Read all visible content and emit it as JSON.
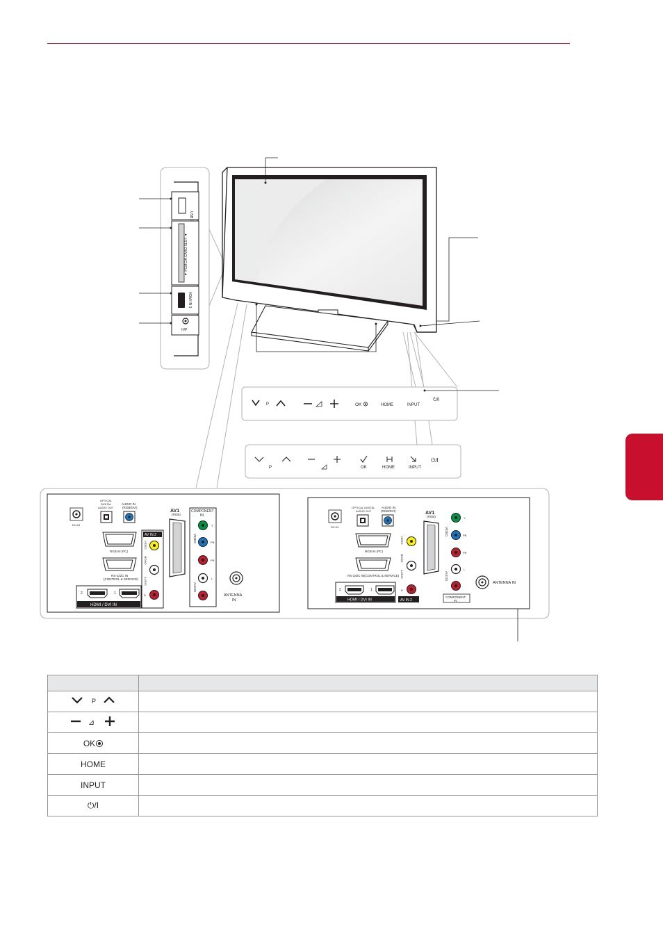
{
  "page": {
    "accent_color": "#c8102e"
  },
  "side_panel": {
    "usb_label": "USB IN",
    "pcmcia_label": "▼ PCMCIA CARD SLOT ▼",
    "hdmi_label": "HDMI IN 3",
    "headphone_label": "H/P"
  },
  "front_panel_a": {
    "p_label": "P",
    "ok_label": "OK",
    "home_label": "HOME",
    "input_label": "INPUT",
    "power_label": "⏻/I"
  },
  "front_panel_b": {
    "p_label": "P",
    "ok_label": "OK",
    "home_label": "HOME",
    "input_label": "INPUT",
    "power_label": "⏻/I"
  },
  "rear_panel_a": {
    "dc_in": "DC-IN",
    "optical_line1": "OPTICAL",
    "optical_line2": "DIGITAL",
    "optical_line3": "AUDIO OUT",
    "audio_in_line1": "AUDIO IN",
    "audio_in_line2": "(RGB/DVI)",
    "rgb_in": "RGB IN (PC)",
    "rs232_line1": "RS-232C IN",
    "rs232_line2": "(CONTROL & SERVICE)",
    "av_in_2": "AV IN 2",
    "video": "VIDEO",
    "mono": "MONO",
    "audio": "AUDIO",
    "r": "R",
    "av1": "AV1",
    "av1_sub": "(RGB)",
    "component_line1": "COMPONENT",
    "component_line2": "IN",
    "y": "Y",
    "pb": "PB",
    "pr": "PR",
    "l": "L",
    "audio_v": "AUDIO",
    "video_v": "VIDEO",
    "antenna_line1": "ANTENNA",
    "antenna_line2": "IN",
    "hdmi_2": "2",
    "hdmi_1": "1",
    "hdmi_dvi": "HDMI / DVI IN"
  },
  "rear_panel_b": {
    "dc_in": "DC-IN",
    "optical_line1": "OPTICAL DIGITAL",
    "optical_line2": "AUDIO OUT",
    "audio_in_line1": "AUDIO IN",
    "audio_in_line2": "(RGB/DVI)",
    "rgb_in": "RGB IN (PC)",
    "rs232": "RS-232C IN(CONTROL & SERVICE)",
    "video": "VIDEO",
    "mono": "MONO",
    "audio": "AUDIO",
    "r": "R",
    "av_in_2": "AV IN 2",
    "av1": "AV1",
    "av1_sub": "(RGB)",
    "y": "Y",
    "pb": "PB",
    "pr": "PR",
    "l": "L",
    "video_v": "VIDEO",
    "audio_v": "AUDIO",
    "antenna": "ANTENNA IN",
    "component_line1": "COMPONENT",
    "component_line2": "IN",
    "hdmi_2": "2",
    "hdmi_1": "1",
    "hdmi_dvi": "HDMI / DVI IN"
  },
  "table": {
    "headers": [
      "",
      ""
    ],
    "rows": [
      {
        "symbol": "P",
        "description": ""
      },
      {
        "symbol": "⊿",
        "description": ""
      },
      {
        "symbol": "OK",
        "description": ""
      },
      {
        "symbol": "HOME",
        "description": ""
      },
      {
        "symbol": "INPUT",
        "description": ""
      },
      {
        "symbol": "⏻/I",
        "description": ""
      }
    ]
  }
}
